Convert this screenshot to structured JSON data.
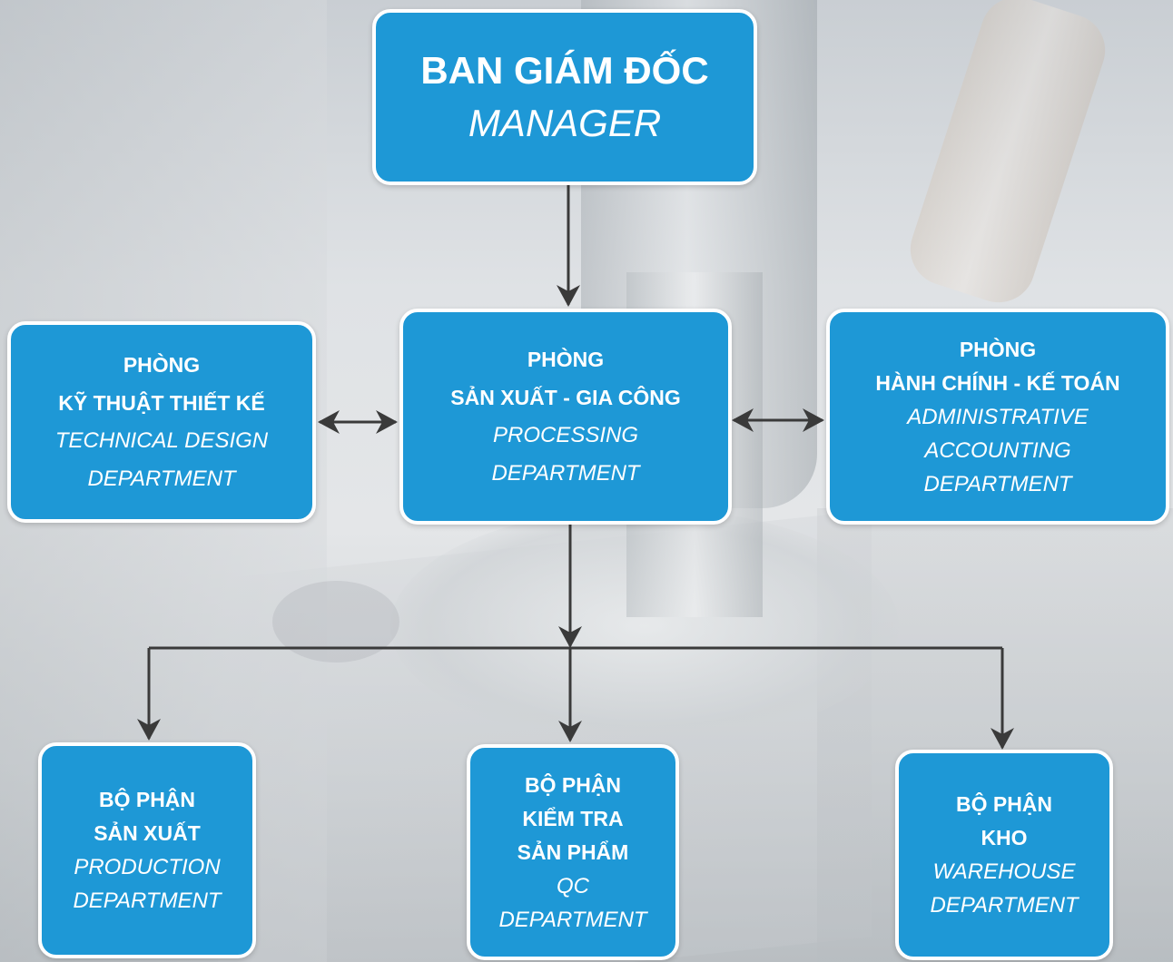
{
  "colors": {
    "box_fill": "#1e98d6",
    "box_border": "#ffffff",
    "text": "#ffffff",
    "connector": "#3a3a3a"
  },
  "nodes": {
    "manager": {
      "vi": "BAN GIÁM ĐỐC",
      "en": "MANAGER"
    },
    "technical": {
      "vi1": "PHÒNG",
      "vi2": "KỸ THUẬT THIẾT KẾ",
      "en1": "TECHNICAL DESIGN",
      "en2": "DEPARTMENT"
    },
    "processing": {
      "vi1": "PHÒNG",
      "vi2": "SẢN XUẤT - GIA CÔNG",
      "en1": "PROCESSING",
      "en2": "DEPARTMENT"
    },
    "admin": {
      "vi1": "PHÒNG",
      "vi2": "HÀNH CHÍNH - KẾ TOÁN",
      "en1": "ADMINISTRATIVE",
      "en2": "ACCOUNTING",
      "en3": "DEPARTMENT"
    },
    "production": {
      "vi1": "BỘ PHẬN",
      "vi2": "SẢN XUẤT",
      "en1": "PRODUCTION",
      "en2": "DEPARTMENT"
    },
    "qc": {
      "vi1": "BỘ PHẬN",
      "vi2": "KIỂM TRA",
      "vi3": "SẢN PHẨM",
      "en1": "QC",
      "en2": "DEPARTMENT"
    },
    "warehouse": {
      "vi1": "BỘ PHẬN",
      "vi2": "KHO",
      "en1": "WAREHOUSE",
      "en2": "DEPARTMENT"
    }
  },
  "edges": [
    {
      "from": "manager",
      "to": "processing",
      "type": "arrow"
    },
    {
      "from": "technical",
      "to": "processing",
      "type": "double-arrow"
    },
    {
      "from": "processing",
      "to": "admin",
      "type": "double-arrow"
    },
    {
      "from": "processing",
      "to": "production",
      "type": "arrow"
    },
    {
      "from": "processing",
      "to": "qc",
      "type": "arrow"
    },
    {
      "from": "processing",
      "to": "warehouse",
      "type": "arrow"
    }
  ]
}
